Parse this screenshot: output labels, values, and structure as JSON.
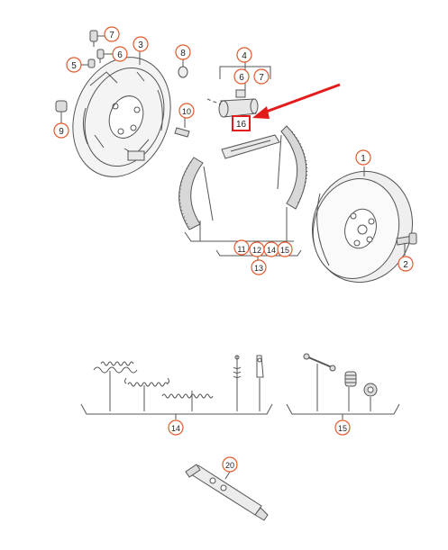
{
  "diagram": {
    "callouts": {
      "c1": "1",
      "c2": "2",
      "c3": "3",
      "c4": "4",
      "c5": "5",
      "c6a": "6",
      "c6b": "6",
      "c7a": "7",
      "c7b": "7",
      "c8": "8",
      "c9": "9",
      "c10": "10",
      "c11": "11",
      "c12": "12",
      "c13": "13",
      "c14a": "14",
      "c15a": "15",
      "c14b": "14",
      "c15b": "15",
      "c16": "16",
      "c20": "20"
    },
    "colors": {
      "line": "#555555",
      "callout": "#e05a2b",
      "highlight": "#e31b1b",
      "arrow": "#e31b1b"
    },
    "icons": [
      "brake-backing-plate",
      "brake-drum",
      "brake-shoe",
      "wheel-cylinder",
      "springs",
      "grease-tube",
      "red-pointer-arrow"
    ]
  }
}
